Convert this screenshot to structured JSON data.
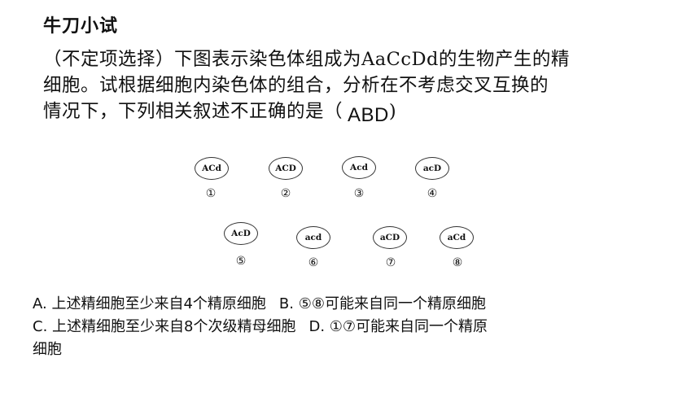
{
  "title": "牛刀小试",
  "question": {
    "line1": "（不定项选择）下图表示染色体组成为AaCcDd的生物产生的精",
    "line2": "细胞。试根据细胞内染色体的组合，分析在不考虑交叉互换的",
    "line3": "情况下，下列相关叙述不正确的是（",
    "answer": "ABD",
    "close": ")"
  },
  "cells": [
    {
      "label": "ACd",
      "num": "①"
    },
    {
      "label": "ACD",
      "num": "②"
    },
    {
      "label": "Acd",
      "num": "③"
    },
    {
      "label": "acD",
      "num": "④"
    },
    {
      "label": "AcD",
      "num": "⑤"
    },
    {
      "label": "acd",
      "num": "⑥"
    },
    {
      "label": "aCD",
      "num": "⑦"
    },
    {
      "label": "aCd",
      "num": "⑧"
    }
  ],
  "options": {
    "a": "A. 上述精细胞至少来自4个精原细胞",
    "b": "B. ⑤⑧可能来自同一个精原细胞",
    "c": "C. 上述精细胞至少来自8个次级精母细胞",
    "d": "D. ①⑦可能来自同一个精原",
    "d_cont": "细胞"
  }
}
